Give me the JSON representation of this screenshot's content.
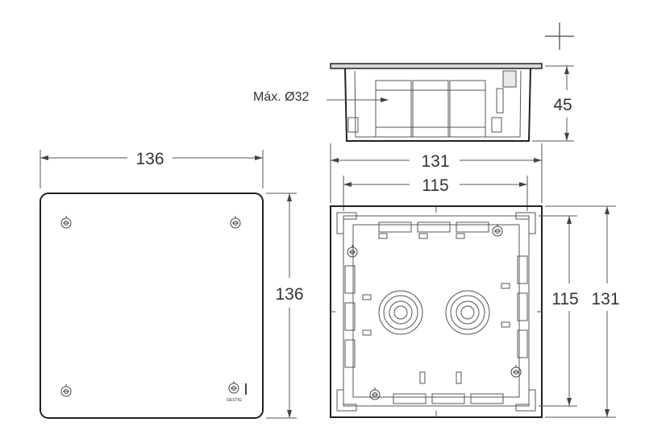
{
  "drawing": {
    "cover_width": "136",
    "cover_height": "136",
    "box_outer_width": "131",
    "box_inner_width": "115",
    "box_inner_height": "115",
    "box_outer_height": "131",
    "box_depth": "45",
    "knockout_note": "Máx. Ø32",
    "cover_logo": "GESTIG"
  },
  "colors": {
    "line": "#222222",
    "dimension": "#555555",
    "background": "#ffffff"
  },
  "icons": {
    "crosshair": "crosshair-icon",
    "screw": "screw-icon"
  }
}
